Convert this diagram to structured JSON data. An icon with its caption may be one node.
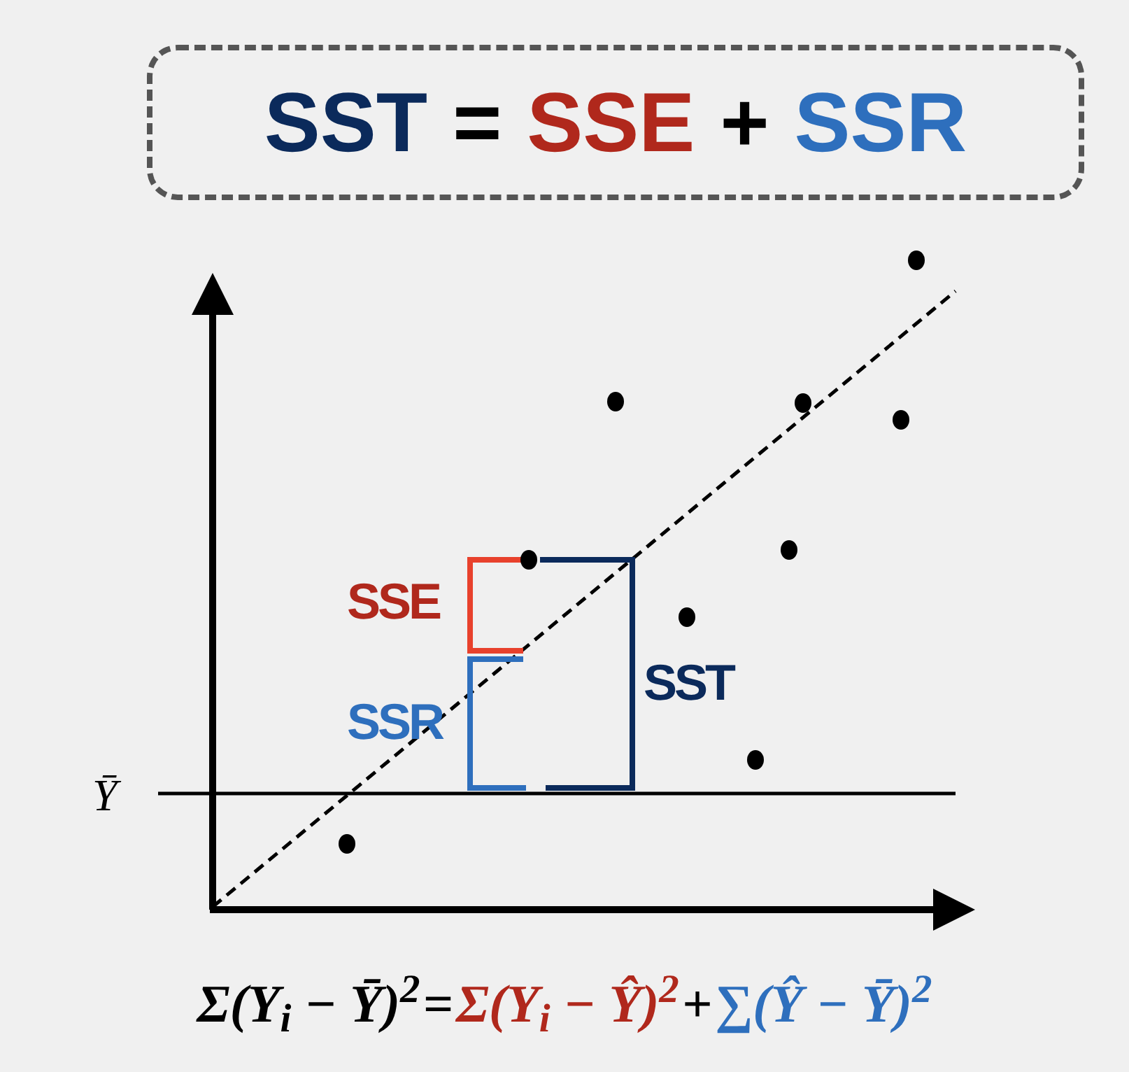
{
  "diagram": {
    "nodes": [
      {
        "text": [
          "SST",
          "=",
          "SSE",
          "+",
          "SSR"
        ]
      }
    ],
    "labels": [
      "SSE",
      "SSR",
      "SST",
      "Ȳ",
      "Σ(Y$_{i}$ − Ȳ)$^{2}$",
      "=",
      "Σ(Y$_{i}$ − Ŷ)$^{2}$",
      "+",
      "∑(Ŷ − Ȳ)$^{2}$"
    ]
  }
}
